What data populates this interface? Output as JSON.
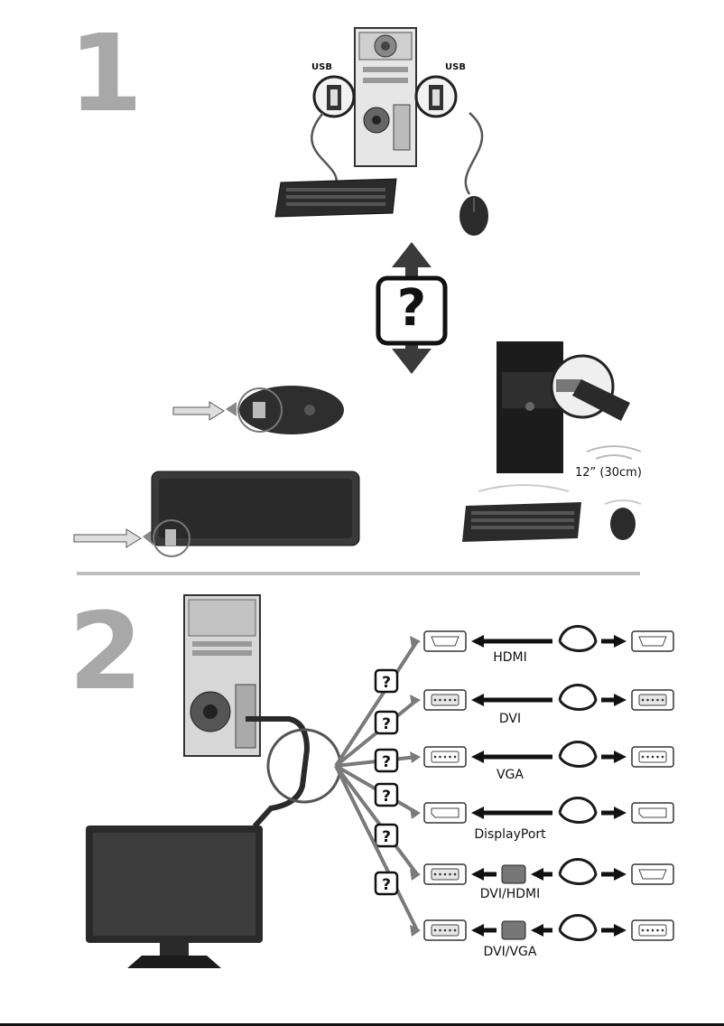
{
  "steps": {
    "step1_number": "1",
    "step2_number": "2"
  },
  "step1": {
    "usb_left_label": "USB",
    "usb_right_label": "USB",
    "distance_label": "12” (30cm)",
    "question_mark": "?"
  },
  "step2": {
    "connectors": [
      {
        "label": "HDMI"
      },
      {
        "label": "DVI"
      },
      {
        "label": "VGA"
      },
      {
        "label": "DisplayPort"
      },
      {
        "label": "DVI/HDMI"
      },
      {
        "label": "DVI/VGA"
      }
    ],
    "question_mark": "?"
  },
  "icons": [
    "tower-icon",
    "keyboard-icon",
    "mouse-icon",
    "usb-receiver-icon",
    "monitor-icon",
    "question-icon",
    "hdmi-port-icon",
    "dvi-port-icon",
    "vga-port-icon",
    "displayport-port-icon",
    "cable-icon",
    "adapter-icon"
  ]
}
